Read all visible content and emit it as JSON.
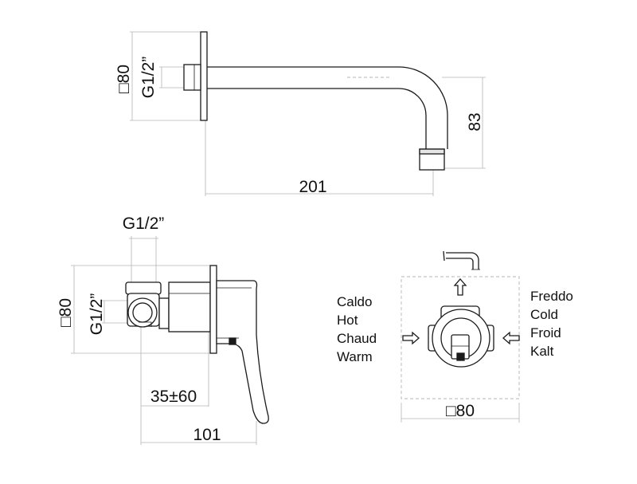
{
  "dimensions": {
    "spout_square": "□80",
    "spout_thread": "G1/2”",
    "spout_drop": "83",
    "spout_length": "201",
    "mixer_thread_top": "G1/2”",
    "mixer_square": "□80",
    "mixer_thread_side": "G1/2”",
    "mixer_depth_range": "35±60",
    "mixer_length": "101",
    "box_square": "□80"
  },
  "labels": {
    "hot": [
      "Caldo",
      "Hot",
      "Chaud",
      "Warm"
    ],
    "cold": [
      "Freddo",
      "Cold",
      "Froid",
      "Kalt"
    ]
  }
}
